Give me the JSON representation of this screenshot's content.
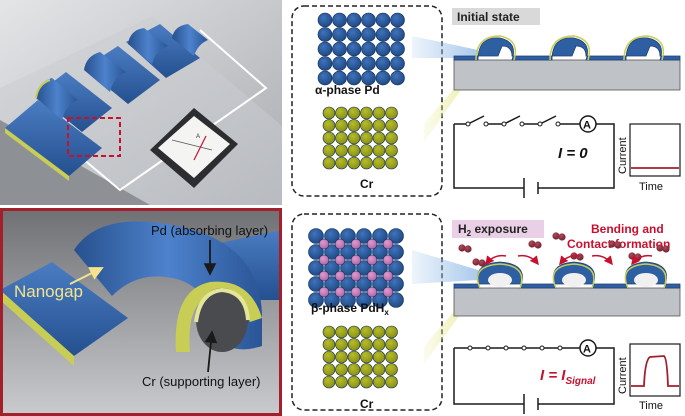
{
  "colors": {
    "pd": "#2f5fa3",
    "pd_dark": "#1f4780",
    "cr": "#9aa21a",
    "cr_light": "#c8cd55",
    "h": "#c878b8",
    "substrate": "#bfc2c6",
    "accent_red": "#c8102e",
    "hydrogen": "#8a2a3a",
    "label_bg": "#d9d9d9",
    "h2_bg": "#ead0e6"
  },
  "left_panel": {
    "zoom_labels": {
      "pd_layer": "Pd (absorbing layer)",
      "nanogap": "Nanogap",
      "cr_layer": "Cr (supporting layer)"
    }
  },
  "lattice": {
    "alpha_label": "α-phase Pd",
    "beta_label_main": "β-phase PdH",
    "beta_label_sub": "x",
    "cr_label": "Cr"
  },
  "top_right": {
    "state_label": "Initial state",
    "current_eq": "I = 0",
    "meter_symbol": "A",
    "graph": {
      "ylabel": "Current",
      "xlabel": "Time"
    }
  },
  "bottom_right": {
    "exposure_label_main": "H",
    "exposure_label_sub": "2",
    "exposure_label_rest": " exposure",
    "bending_line1": "Bending and",
    "bending_line2": "Contact formation",
    "current_eq_main": "I = I",
    "current_eq_sub": "Signal",
    "meter_symbol": "A",
    "graph": {
      "ylabel": "Current",
      "xlabel": "Time"
    }
  }
}
